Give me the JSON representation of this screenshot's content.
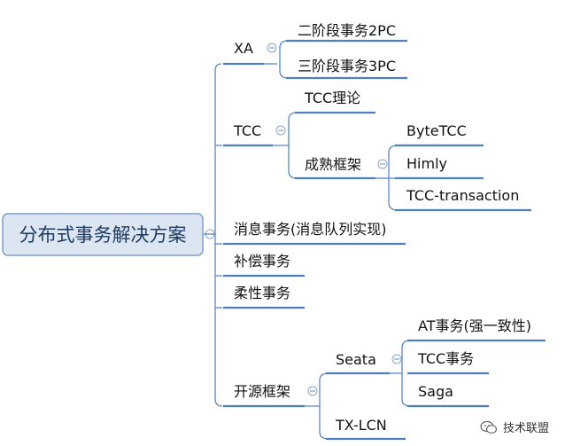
{
  "diagram": {
    "root": {
      "label": "分布式事务解决方案"
    },
    "branches": [
      {
        "label": "XA",
        "children": [
          {
            "label": "二阶段事务2PC"
          },
          {
            "label": "三阶段事务3PC"
          }
        ]
      },
      {
        "label": "TCC",
        "children": [
          {
            "label": "TCC理论"
          },
          {
            "label": "成熟框架",
            "children": [
              {
                "label": "ByteTCC"
              },
              {
                "label": "Himly"
              },
              {
                "label": "TCC-transaction"
              }
            ]
          }
        ]
      },
      {
        "label": "消息事务(消息队列实现)"
      },
      {
        "label": "补偿事务"
      },
      {
        "label": "柔性事务"
      },
      {
        "label": "开源框架",
        "children": [
          {
            "label": "Seata",
            "children": [
              {
                "label": "AT事务(强一致性)"
              },
              {
                "label": "TCC事务"
              },
              {
                "label": "Saga"
              }
            ]
          },
          {
            "label": "TX-LCN"
          }
        ]
      }
    ]
  },
  "watermark": {
    "label": "技术联盟",
    "icon": "wechat-icon"
  },
  "colors": {
    "line": "#5a86c6",
    "underline": "#4f7fc1",
    "root_fill": "#dce6f3",
    "root_border": "#7f9ccc"
  }
}
